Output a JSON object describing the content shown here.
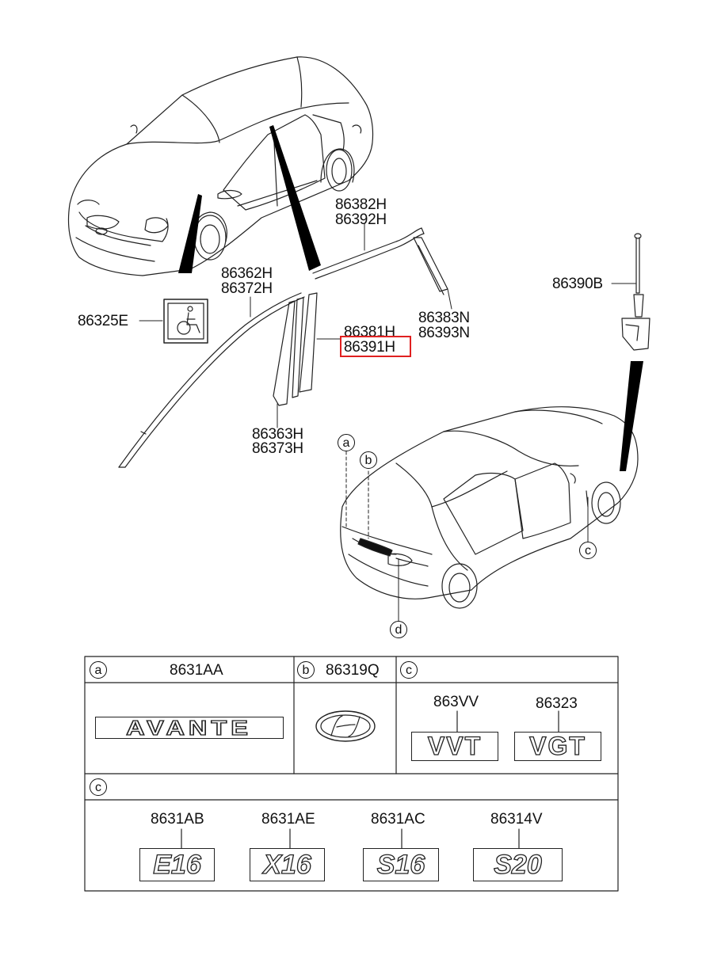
{
  "parts": {
    "p86382H": "86382H",
    "p86392H": "86392H",
    "p86362H": "86362H",
    "p86372H": "86372H",
    "p86381H": "86381H",
    "p86391H": "86391H",
    "p86383N": "86383N",
    "p86393N": "86393N",
    "p86325E": "86325E",
    "p86363H": "86363H",
    "p86373H": "86373H",
    "p86390B": "86390B"
  },
  "callouts": {
    "a": "a",
    "b": "b",
    "c": "c",
    "d": "d"
  },
  "highlight_color": "#e02020",
  "table": {
    "row1": {
      "a": {
        "letter": "a",
        "part": "8631AA",
        "emblem": "AVANTE"
      },
      "b": {
        "letter": "b",
        "part": "86319Q",
        "emblem": "hyundai-logo-icon"
      },
      "c": {
        "letter": "c",
        "items": [
          {
            "part": "863VV",
            "emblem": "VVT"
          },
          {
            "part": "86323",
            "emblem": "VGT"
          }
        ]
      }
    },
    "row2": {
      "letter": "c",
      "items": [
        {
          "part": "8631AB",
          "emblem": "E16"
        },
        {
          "part": "8631AE",
          "emblem": "X16"
        },
        {
          "part": "8631AC",
          "emblem": "S16"
        },
        {
          "part": "86314V",
          "emblem": "S20"
        }
      ]
    }
  }
}
